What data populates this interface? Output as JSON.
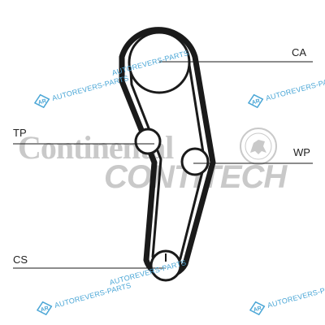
{
  "labels": {
    "ca": "CA",
    "tp": "TP",
    "wp": "WP",
    "cs": "CS"
  },
  "brand": {
    "primary": "Continental",
    "secondary": "CONTITECH"
  },
  "watermark": {
    "text": "AUTOREVERS-PARTS",
    "logo": "AR"
  },
  "colors": {
    "belt": "#1a1a1a",
    "brand_gray": "#c9c9c9",
    "watermark_blue": "#4aa6d6"
  }
}
